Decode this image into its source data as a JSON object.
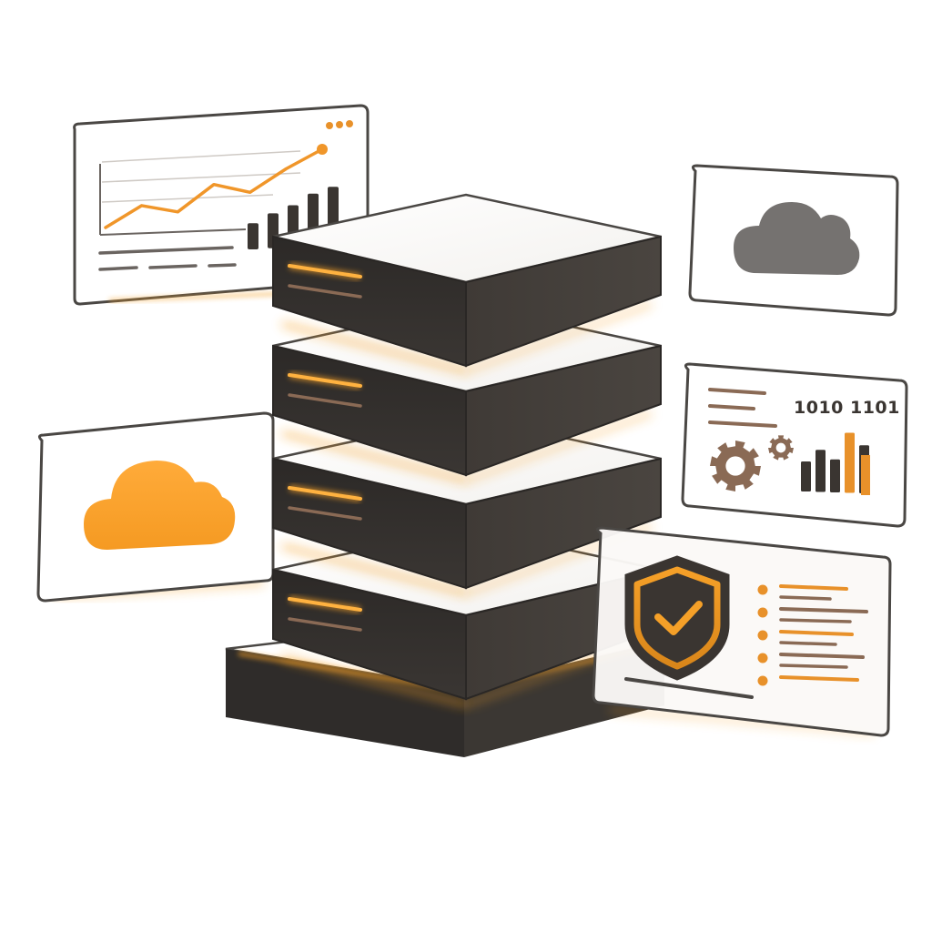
{
  "colors": {
    "accent": "#f5a028",
    "accent_dark": "#d9861a",
    "server_front": "#2f2c2a",
    "server_side": "#3b3733",
    "panel_border": "#4a4744",
    "brown": "#8a6a55",
    "cloud_gray": "#757270"
  },
  "icons": {
    "left_cloud": "cloud-icon",
    "right_cloud": "cloud-icon",
    "settings": "gear-icon",
    "security": "shield-check-icon",
    "analytics": "line-chart-icon"
  },
  "analytics_panel": {
    "trend": [
      0.0,
      0.28,
      0.2,
      0.55,
      0.45,
      0.75,
      1.0
    ],
    "bars": [
      0.45,
      0.6,
      0.72,
      0.9,
      1.0
    ]
  },
  "status_panel": {
    "code_text": "1010 1101",
    "bars": [
      0.5,
      0.7,
      0.55,
      1.0,
      0.8
    ]
  },
  "security_panel": {
    "list_items": 5
  },
  "server_stack": {
    "units": 4
  }
}
